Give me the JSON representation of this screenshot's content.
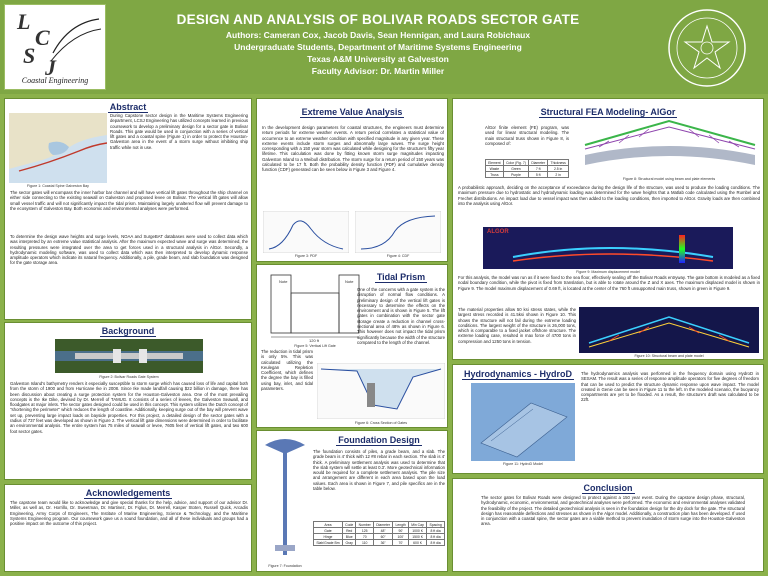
{
  "header": {
    "title": "DESIGN AND ANALYSIS OF BOLIVAR ROADS SECTOR GATE",
    "authors": "Authors: Cameran Cox, Jacob Davis, Sean Hennigan, and Laura Robichaux",
    "affiliation": "Undergraduate Students, Department of Maritime Systems Engineering",
    "university": "Texas A&M University at Galveston",
    "advisor": "Faculty Advisor: Dr. Martin Miller"
  },
  "logo": {
    "letters": [
      "L",
      "C",
      "S",
      "J"
    ],
    "caption": "Coastal Engineering"
  },
  "sections": {
    "abstract": {
      "heading": "Abstract",
      "text_top": "During Capstone sector design in the Maritime Systems Engineering department, LCSJ Engineering has utilized concepts learned in previous coursework to develop a preliminary design for a sector gate in Bolivar Roads. This gate would be used in conjunction with a series of vertical lift gates and a coastal spine (Figure 1) in order to protect the Houston-Galveston area in the event of a storm surge without inhibiting ship traffic while not in use.",
      "text_mid": "The sector gates will encompass the inner harbor bar channel and will have vertical lift gates throughout the ship channel on either side connecting to the existing seawall on Galveston and proposed levee on Bolivar. The vertical lift gates will allow small vessel traffic and will not significantly impact the tidal prism. Maintaining largely unaltered flow will prevent damage to the ecosystem of Galveston Bay. Both economic and environmental analyses were performed.",
      "text_bottom": "To determine the design wave heights and surge levels, NOAA and SurgeBAT databases were used to collect data which was interpreted by an extreme value statistical analysis. After the maximum expected wave and surge was determined, the resulting pressures were integrated over the area to get forces used in a structural analysis in AlGor. Secondly, a hydrodynamic modeling software, was used to collect data which was then interpreted to develop dynamic response amplitude operators which indicate its natural frequency. Additionally, a pile, grade beam, and slab foundation was designed for the gate storage area.",
      "caption": "Figure 1: Coastal Spine Galveston Bay"
    },
    "background": {
      "heading": "Background",
      "caption": "Figure 2: Bolivar Roads Gate System",
      "text": "Galveston Island's bathymetry renders it especially susceptible to storm surge which has caused loss of life and capital both from the storm of 1900 and from Hurricane Ike in 2008. Since Ike made landfall causing $22 billion in damage, there has been discussion about creating a surge protection system for the Houston-Galveston area. One of the most prevailing concepts is the Ike Dike, devised by Dr. Merrell of TAMUG. It consists of a series of levees, the Galveston Seawall, and floodgates at major inlets. The sector gates designed could be used in this concept. This system utilizes the Dutch concept of \"shortening the perimeter\" which reduces the length of coastline. Additionally, keeping surge out of the bay will prevent wave set up, preventing large impact loads on bayside properties. For this project, a detailed design of the sector gates with a radius of 737 feet was developed as shown in Figure 2. The vertical lift gate dimensions were determined in order to facilitate an environmental analysis. The entire system has 75 miles of seawall or levee, 7605 feet of vertical lift gates, and two 600 foot sector gates."
    },
    "acknowledgements": {
      "heading": "Acknowledgements",
      "text": "The capstone team would like to acknowledge and give special thanks for the help, advice, and support of our advisor Dr. Miller, as well as, Dr. Horrillo, Dr. Sweetman, Dr. Martinez, Dr. Figlus, Dr. Merrell, Kasper Stoten, Russell Quick, Arcadis Engineering, Army Corps of Engineers, The Institute of Marine Engineering, Science & Technology, and the Maritime Systems Engineering program. Our coursework gave us a sound foundation, and all of these individuals and groups had a positive impact on the outcome of this project."
    },
    "extreme_value": {
      "heading": "Extreme Value Analysis",
      "text": "In the development design parameters for coastal structures, the engineers must determine return periods for extreme weather events. A return period correlates a statistical value of occurrence to an extreme weather condition with specified magnitude in any given year. These extreme events include storm surges and abnormally large waves.\nThe surge height corresponding with a 150 year storm was calculated while designing for the structure's fifty year lifetime. This calculation was done by fitting known storm surge magnitudes impacting Galveston Island to a Weibull distribution. The storm surge for a return period of 150 years was calculated to be 17 ft. Both the probability density function (PDF) and cumulative density function (CDF) generated can be seen below in Figure 3 and Figure 4.",
      "caption_pdf": "Figure 3: PDF",
      "caption_cdf": "Figure 4: CDF"
    },
    "tidal_prism": {
      "heading": "Tidal Prism",
      "text_right": "One of the concerns with a gate system is the disruption of normal flow conditions. A preliminary design of the vertical lift gates is necessary to determine the effects on the environment and is shown in Figure 5. The lift gates in combination with the sector gate storage create a reduction in channel cross-sectional area of 48% as shown in Figure 6. This however does not impact the tidal prism significantly because the width of the structure compared to the length of the channel.",
      "text_left": "The reduction in tidal prism is only 5%. This was calculated utilizing the Keulegan Repletion Coefficient, which defines the degree the bay is filled using bay, inlet, and tidal parameters.",
      "caption_gate": "Figure 5: Vertical Lift Gate",
      "caption_section": "Figure 6: Cross Section of Gates",
      "dim_label": "120 ft",
      "drawing_labels": [
        "Note",
        "Note"
      ]
    },
    "foundation": {
      "heading": "Foundation Design",
      "text": "The foundation consists of piles, a grade beam, and a slab. The grade beam is 4' thick with 12 #8 rebar in each section. The slab is 4' thick. A preliminary settlement analysis was used to determine that the slab system will settle at least 0.3'. More geotechnical information would be required for a complete settlement analysis. The pile size and arrangement are different in each area based upon the load values. Each area is shown in Figure 7, and pile specifics are in the table below.",
      "caption": "Figure 7: Foundation",
      "table": [
        [
          "Area",
          "Code",
          "Number",
          "Diameter",
          "Length",
          "Min Cap",
          "Spacing"
        ],
        [
          "Gate",
          "Red",
          "125",
          "48\"",
          "90'",
          "1000 K",
          "8 ft dia"
        ],
        [
          "Hinge",
          "Blue",
          "70",
          "60\"",
          "100'",
          "1500 K",
          "8 ft dia"
        ],
        [
          "Slab/Grade Bm",
          "Gray",
          "110",
          "36\"",
          "70'",
          "600 K",
          "8 ft dia"
        ]
      ]
    },
    "fea": {
      "heading": "Structural FEA Modeling- AlGor",
      "text_intro": "AlGor finite element (FE) program, was used for linear structural modeling. The main structural truss shown in Figure 8, is composed of:",
      "member_table": [
        [
          "Element",
          "Color (Fig. 7)",
          "Diameter",
          "Thickness"
        ],
        [
          "Waste",
          "Green",
          "7 ft",
          "2.5 in"
        ],
        [
          "Truss",
          "Purple",
          "5 ft",
          "2 in"
        ]
      ],
      "caption_model": "Figure 8: Structural model using beam and plate elements",
      "text_mid": "A probabilistic approach, deciding on the acceptance of exceedance during the design life of the structure, was used to produce the loading conditions. The maximum pressure due to hydrostatic and hydrodynamic loading was determined for the wave heights that a Matlab code calculated using the Rumbel and Frechet distributions. An impact load due to vessel impact was then added to the loading conditions, then imported to AlGor. Gravity loads are then combined into the analysis using AlGor.",
      "algor_label": "ALGOR",
      "caption_displacement": "Figure 9: Maximum displacement model",
      "text_lower": "For this analysis, the model was run as if it were fixed to the sea floor, effectively sealing off the Bolivar Roads entryway. The gate bottom is modeled as a fixed nodal boundary condition, while the pivot is fixed from translation, but is able to rotate around the Z and X axes.\nThe maximum displaced model is shown in Figure 9. The model maximum displacement of 0.69 ft, is located at the center of the 760 ft unsupported main truss, shown in green in Figure 9.",
      "text_stress": "The material properties allow 50 ksi stress states, while the largest stress recorded is 41.5ksi shown in Figure 10. This shows the structure will not fail during the extreme loading conditions. The largest weight of the structure is 26,000 tons, which is comparable to a fixed jacket offshore structure. The extreme loading case, resulted in max force of 4700 tons in compression and 1250 tons in tension.",
      "caption_stress": "Figure 10: Structural beam and plate model"
    },
    "hydro": {
      "heading": "Hydrodynamics - HydroD",
      "text": "The hydrodynamics analysis was performed in the frequency domain using HydroD in SESAM. The result was a series of response amplitude operators for five degrees of freedom that can be used to predict the structure dynamic response upon wave impact. The model created in Genie can be seen in Figure 11 to the left. In the modeled scenario, the buoyancy compartments are yet to be flooded. As a result, the structure's draft was calculated to be 22ft.",
      "caption": "Figure 11: HydroD Model"
    },
    "conclusion": {
      "heading": "Conclusion",
      "text": "The sector gates for Bolivar Roads were designed to protect against a 150 year event. During the capstone design phase, structural, hydrodynamic, economic, environmental, and geotechnical analyses were performed. The economic and environmental analyses validated the feasibility of the project. The detailed geotechnical analysis is seen in the foundation design for the dry dock for the gate. The structural design has reasonable deflections and stresses as shown in the Algor model. Additionally, a construction plan has been developed. If used in conjunction with a coastal spine, the sector gates are a viable method to prevent inundation of storm surge into the Houston-Galveston area."
    }
  },
  "colors": {
    "background": "#8bb14b",
    "panel": "#ffffff",
    "heading": "#1d2d6a",
    "title_text": "#ffffff"
  }
}
